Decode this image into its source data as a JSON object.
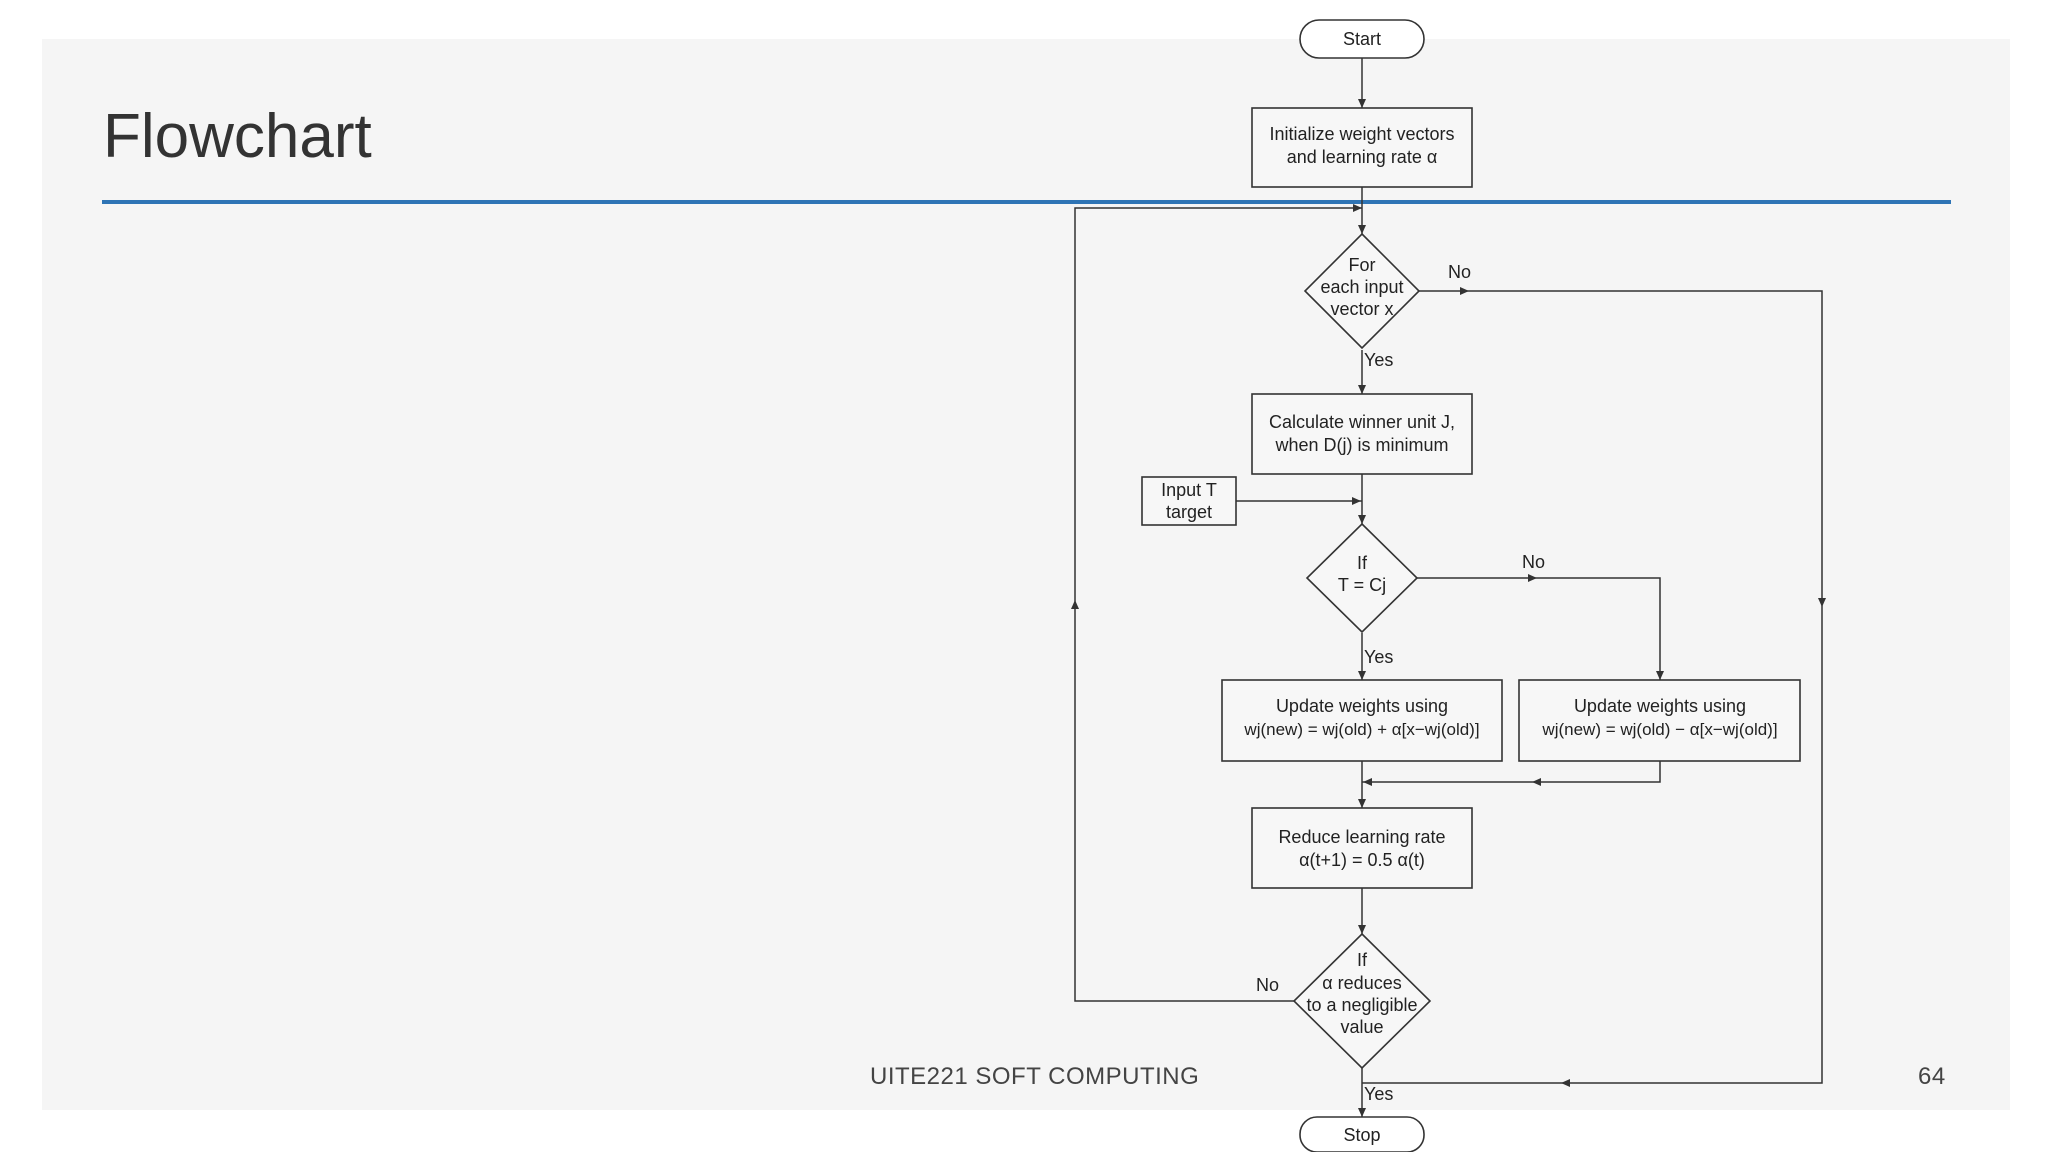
{
  "slide": {
    "title": "Flowchart",
    "footer": "UITE221 SOFT COMPUTING",
    "page_number": "64",
    "accent_color": "#2e74b5",
    "background_color": "#f5f5f5"
  },
  "flowchart": {
    "start": "Start",
    "init": [
      "Initialize weight vectors",
      "and learning rate α"
    ],
    "loop_decision": [
      "For",
      "each input",
      "vector x"
    ],
    "winner": [
      "Calculate winner unit J,",
      "when D(j) is minimum"
    ],
    "input_target": [
      "Input T",
      "target"
    ],
    "class_decision": [
      "If",
      "T = Cj"
    ],
    "update_plus": [
      "Update weights using",
      "wj(new) = wj(old) + α[x−wj(old)]"
    ],
    "update_minus": [
      "Update weights using",
      "wj(new) = wj(old) − α[x−wj(old)]"
    ],
    "reduce": [
      "Reduce learning rate",
      "α(t+1) = 0.5 α(t)"
    ],
    "stop_decision": [
      "If",
      "α reduces",
      "to a negligible",
      "value"
    ],
    "stop": "Stop",
    "labels": {
      "yes": "Yes",
      "no": "No"
    }
  }
}
